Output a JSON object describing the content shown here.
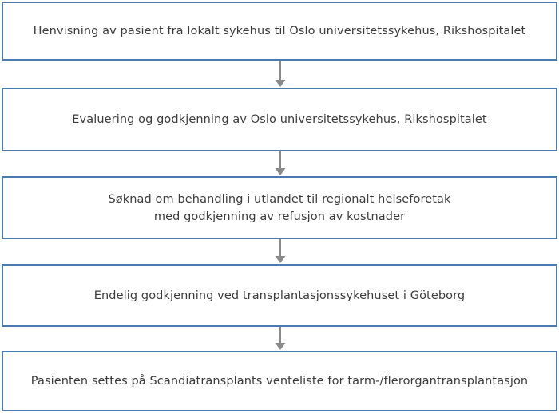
{
  "diagram": {
    "type": "flowchart",
    "orientation": "vertical",
    "colors": {
      "box_border": "#4a7ab0",
      "box_fill": "#ffffff",
      "text": "#3b3b3b",
      "connector": "#8a8a8a",
      "background": "#ffffff"
    },
    "steps": [
      {
        "index": 1,
        "text": "Henvisning av pasient fra lokalt sykehus til Oslo universitetssykehus, Rikshospitalet"
      },
      {
        "index": 2,
        "text": "Evaluering og godkjenning av  Oslo universitetssykehus, Rikshospitalet"
      },
      {
        "index": 3,
        "text": "Søknad om behandling i utlandet til regionalt helseforetak\nmed godkjenning av refusjon av kostnader"
      },
      {
        "index": 4,
        "text": "Endelig godkjenning ved transplantasjonssykehuset i Göteborg"
      },
      {
        "index": 5,
        "text": "Pasienten settes på Scandiatransplants venteliste for tarm-/flerorgantransplantasjon"
      }
    ],
    "connectors": [
      {
        "from": 1,
        "to": 2,
        "icon": "arrow-down-icon"
      },
      {
        "from": 2,
        "to": 3,
        "icon": "arrow-down-icon"
      },
      {
        "from": 3,
        "to": 4,
        "icon": "arrow-down-icon"
      },
      {
        "from": 4,
        "to": 5,
        "icon": "arrow-down-icon"
      }
    ]
  }
}
